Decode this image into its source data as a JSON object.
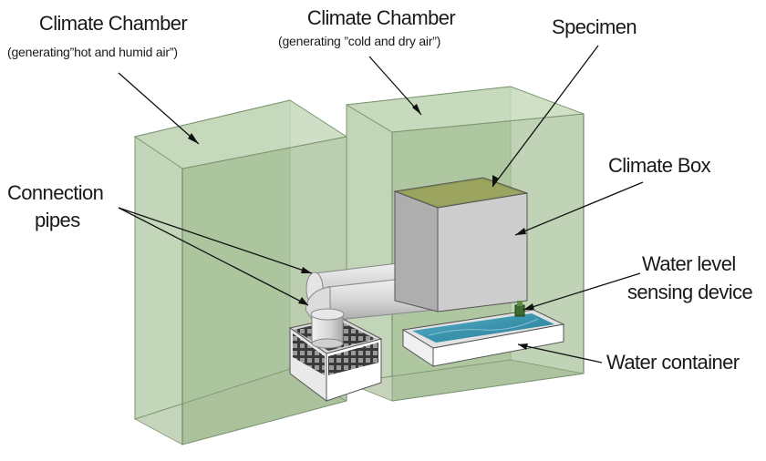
{
  "labels": {
    "chamber_left_title": "Climate Chamber",
    "chamber_left_sub": "(generating”hot and humid air”)",
    "chamber_right_title": "Climate Chamber",
    "chamber_right_sub": "(generating ”cold and dry air”)",
    "specimen": "Specimen",
    "climate_box": "Climate Box",
    "connection_pipes_line1": "Connection",
    "connection_pipes_line2": "pipes",
    "water_level_line1": "Water level",
    "water_level_line2": "sensing device",
    "water_container": "Water container"
  },
  "colors": {
    "chamber_fill": "#a9c29a",
    "chamber_edge": "#6f8a64",
    "box_face": "#c9c9c9",
    "specimen_top": "#8f9a55",
    "water": "#3e9bb5",
    "pipe": "#d9d9d9"
  }
}
